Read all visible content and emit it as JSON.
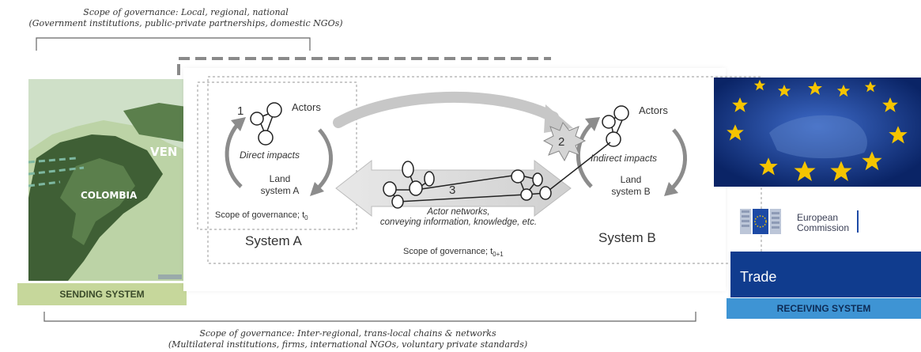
{
  "top_caption": {
    "line1": "Scope of governance: Local, regional, national",
    "line2": "(Government institutions, public-private partnerships, domestic NGOs)"
  },
  "bottom_caption": {
    "line1": "Scope of governance: Inter-regional, trans-local chains & networks",
    "line2": "(Multilateral institutions, firms, international NGOs, voluntary private standards)"
  },
  "sending": {
    "map_labels": {
      "country": "COLOMBIA",
      "neighbor": "VEN"
    },
    "label": "SENDING SYSTEM"
  },
  "diagram": {
    "system_a": {
      "number": "1",
      "actors": "Actors",
      "impacts": "Direct impacts",
      "land_line1": "Land",
      "land_line2": "system A",
      "scope": "Scope of governance; t",
      "scope_sub": "0",
      "title": "System A"
    },
    "system_b": {
      "number": "2",
      "actors": "Actors",
      "impacts": "Indirect impacts",
      "land_line1": "Land",
      "land_line2": "system B",
      "title": "System B"
    },
    "network": {
      "number": "3",
      "line1": "Actor networks,",
      "line2": "conveying information, knowledge, etc."
    },
    "outer_scope": "Scope of governance; t",
    "outer_scope_sub": "0+1"
  },
  "receiving": {
    "ec_line1": "European",
    "ec_line2": "Commission",
    "trade": "Trade",
    "label": "RECEIVING SYSTEM"
  },
  "colors": {
    "map_dark": "#3f5f35",
    "map_light": "#cfe0c8",
    "eu_blue": "#0c2b7a",
    "star_yellow": "#f5c400",
    "trade_blue": "#103c8e",
    "receiving_blue": "#3e94d4",
    "sending_green": "#c6d79b"
  }
}
